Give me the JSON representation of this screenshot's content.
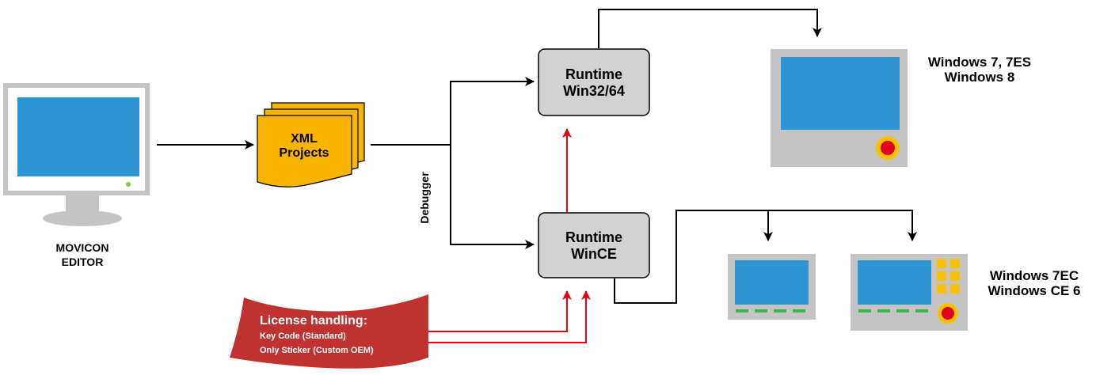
{
  "editor": {
    "line1": "MOVICON",
    "line2": "EDITOR"
  },
  "xml": {
    "line1": "XML",
    "line2": "Projects"
  },
  "debugger_label": "Debugger",
  "runtime_win32": {
    "line1": "Runtime",
    "line2": "Win32/64"
  },
  "runtime_wince": {
    "line1": "Runtime",
    "line2": "WinCE"
  },
  "os_win32": {
    "line1": "Windows 7, 7ES",
    "line2": "Windows 8"
  },
  "os_wince": {
    "line1": "Windows 7EC",
    "line2": "Windows CE 6"
  },
  "license": {
    "title": "License handling:",
    "item1": "Key Code (Standard)",
    "item2": "Only Sticker (Custom OEM)"
  },
  "colors": {
    "screen_blue": "#2b96d3",
    "panel_gray": "#c4c4c4",
    "runtime_fill": "#d2d2d2",
    "xml_yellow": "#f7b500",
    "license_red": "#c0322f",
    "arrow_red": "#e8000f",
    "led_green": "#3cb44b",
    "button_red": "#e2001a",
    "button_ring": "#f7c300"
  },
  "icons": {
    "editor": "monitor-icon",
    "xml": "document-stack-icon",
    "panel_large": "industrial-panel-icon",
    "panel_small": "hmi-panel-icon",
    "panel_keypad": "hmi-keypad-panel-icon",
    "license": "flag-banner-icon"
  }
}
